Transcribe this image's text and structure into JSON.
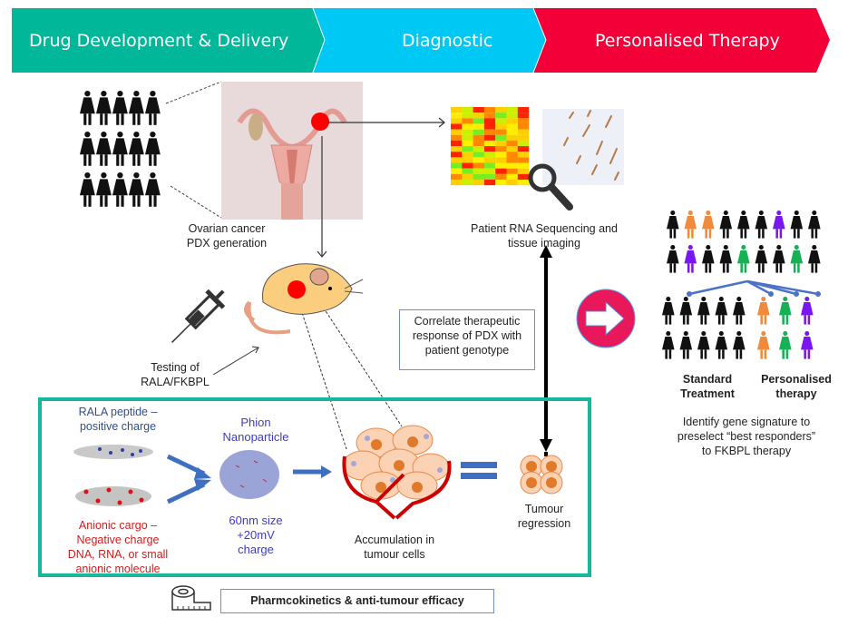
{
  "header": {
    "stages": [
      {
        "label": "Drug Development & Delivery",
        "color": "#00b899"
      },
      {
        "label": "Diagnostic",
        "color": "#00c8f5"
      },
      {
        "label": "Personalised Therapy",
        "color": "#f20037"
      }
    ]
  },
  "top_left": {
    "ovarian_label_line1": "Ovarian cancer",
    "ovarian_label_line2": "PDX generation"
  },
  "diagnostic": {
    "rna_label_line1": "Patient RNA Sequencing and",
    "rna_label_line2": "tissue imaging"
  },
  "testing": {
    "line1": "Testing of",
    "line2": "RALA/FKBPL"
  },
  "correlate_box": {
    "line1": "Correlate therapeutic",
    "line2": "response of PDX with",
    "line3": "patient genotype"
  },
  "delivery_box": {
    "rala_line1": "RALA peptide –",
    "rala_line2": "positive charge",
    "cargo_line1": "Anionic cargo –",
    "cargo_line2": "Negative charge",
    "cargo_line3": "DNA, RNA, or small",
    "cargo_line4": "anionic molecule",
    "phion_line1": "Phion",
    "phion_line2": "Nanoparticle",
    "size_line1": "60nm size",
    "size_line2": "+20mV",
    "size_line3": "charge",
    "accum_line1": "Accumulation in",
    "accum_line2": "tumour cells",
    "regress_line1": "Tumour",
    "regress_line2": "regression",
    "border_color": "#16b89c"
  },
  "bottom": {
    "pk_label": "Pharmcokinetics & anti-tumour efficacy"
  },
  "personalised": {
    "standard_line1": "Standard",
    "standard_line2": "Treatment",
    "personal_line1": "Personalised",
    "personal_line2": "therapy",
    "gene_line1": "Identify gene signature to",
    "gene_line2": "preselect “best responders”",
    "gene_line3": "to FKBPL therapy",
    "population_top_colors": [
      [
        "black",
        "orange",
        "orange",
        "black",
        "black",
        "black",
        "violet",
        "black",
        "black"
      ],
      [
        "black",
        "violet",
        "black",
        "black",
        "green",
        "black",
        "black",
        "green",
        "black"
      ]
    ],
    "palette": {
      "black": "#111111",
      "orange": "#f08a3c",
      "violet": "#7a16f0",
      "green": "#16b055"
    }
  }
}
